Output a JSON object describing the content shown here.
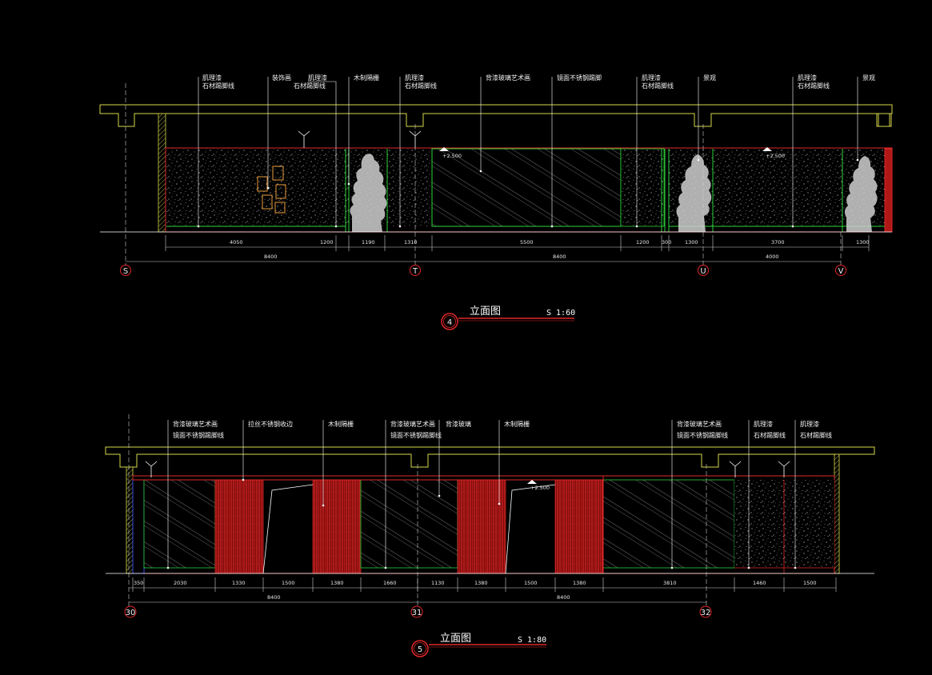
{
  "colors": {
    "background": "#000000",
    "beam": "#d6d64a",
    "frame": "#e0282a",
    "panel_edge": "#2bd33a",
    "line": "#ffffff",
    "dimension": "#cfcfcf",
    "marker": "#e0282a"
  },
  "elevation4": {
    "title": "立面图",
    "number": "4",
    "scale": "S 1:60",
    "callouts": [
      {
        "lines": [
          "肌理漆",
          "石材踢脚线"
        ]
      },
      {
        "lines": [
          "装饰画"
        ]
      },
      {
        "lines": [
          "肌理漆",
          "石材踢脚线"
        ]
      },
      {
        "lines": [
          "木制隔栅"
        ]
      },
      {
        "lines": [
          "肌理漆",
          "石材踢脚线"
        ]
      },
      {
        "lines": [
          "背漆玻璃艺术画"
        ]
      },
      {
        "lines": [
          "镜面不锈钢踢脚"
        ]
      },
      {
        "lines": [
          "肌理漆",
          "石材踢脚线"
        ]
      },
      {
        "lines": [
          "景观"
        ]
      },
      {
        "lines": [
          "肌理漆",
          "石材踢脚线"
        ]
      },
      {
        "lines": [
          "景观"
        ]
      }
    ],
    "levels": [
      "+2.500",
      "+2.500"
    ],
    "dimensions_segments": [
      "4050",
      "1200",
      "1190",
      "1310",
      "5500",
      "1200",
      "300",
      "1300",
      "3700",
      "1300"
    ],
    "dimensions_overall": [
      "8400",
      "8400",
      "4000"
    ],
    "axes": [
      "S",
      "T",
      "U",
      "V"
    ]
  },
  "elevation5": {
    "title": "立面图",
    "number": "5",
    "scale": "S 1:80",
    "callouts": [
      {
        "lines": [
          "背漆玻璃艺术画",
          "镜面不锈钢踢脚线"
        ]
      },
      {
        "lines": [
          "拉丝不锈钢收边"
        ]
      },
      {
        "lines": [
          "木制隔栅"
        ]
      },
      {
        "lines": [
          "背漆玻璃艺术画",
          "镜面不锈钢踢脚线"
        ]
      },
      {
        "lines": [
          "背漆玻璃"
        ]
      },
      {
        "lines": [
          "木制隔栅"
        ]
      },
      {
        "lines": [
          "背漆玻璃艺术画",
          "镜面不锈钢踢脚线"
        ]
      },
      {
        "lines": [
          "肌理漆",
          "石材踢脚线"
        ]
      },
      {
        "lines": [
          "肌理漆",
          "石材踢脚线"
        ]
      }
    ],
    "levels": [
      "+2.500"
    ],
    "dimensions_segments": [
      "350",
      "2030",
      "1330",
      "1500",
      "1380",
      "1660",
      "1130",
      "1380",
      "1500",
      "1380",
      "3810",
      "1460",
      "1500"
    ],
    "dimensions_overall": [
      "8400",
      "8400"
    ],
    "axes": [
      "30",
      "31",
      "32"
    ]
  }
}
